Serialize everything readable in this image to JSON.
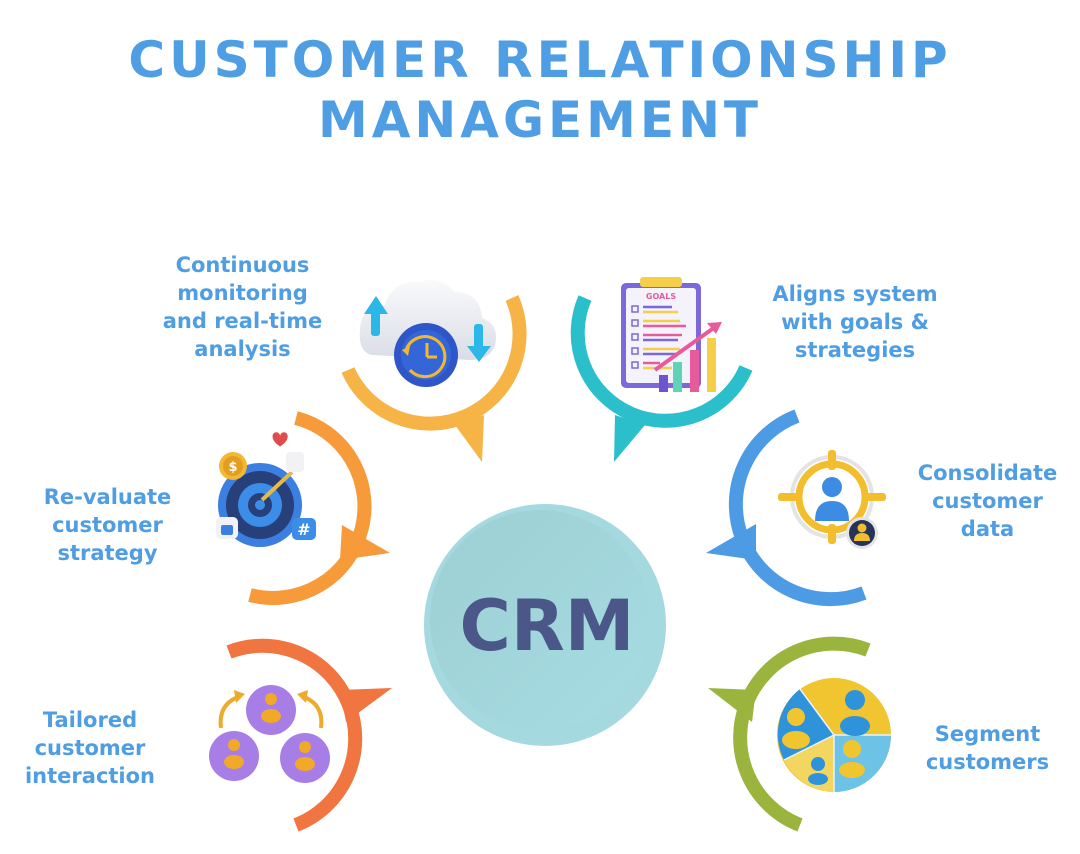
{
  "title": {
    "line1": "CUSTOMER RELATIONSHIP",
    "line2": "MANAGEMENT"
  },
  "center": {
    "label": "CRM",
    "fill": "#A3D9E0",
    "text_color": "#4A5788"
  },
  "nodes": [
    {
      "id": "monitoring",
      "label": "Continuous\nmonitoring\nand real-time\nanalysis",
      "icon": "cloud-clock-icon",
      "color": "#F5B445"
    },
    {
      "id": "goals",
      "label": "Aligns system\nwith goals &\nstrategies",
      "icon": "goals-clipboard-icon",
      "color": "#2BBFCC"
    },
    {
      "id": "revaluate",
      "label": "Re-valuate\ncustomer\nstrategy",
      "icon": "target-dart-icon",
      "color": "#F79A3A"
    },
    {
      "id": "consolidate",
      "label": "Consolidate\ncustomer\ndata",
      "icon": "customer-target-icon",
      "color": "#4C9BE4"
    },
    {
      "id": "tailored",
      "label": "Tailored\ncustomer\ninteraction",
      "icon": "customer-network-icon",
      "color": "#F07540"
    },
    {
      "id": "segment",
      "label": "Segment\ncustomers",
      "icon": "segment-pie-icon",
      "color": "#9AB43E"
    }
  ]
}
